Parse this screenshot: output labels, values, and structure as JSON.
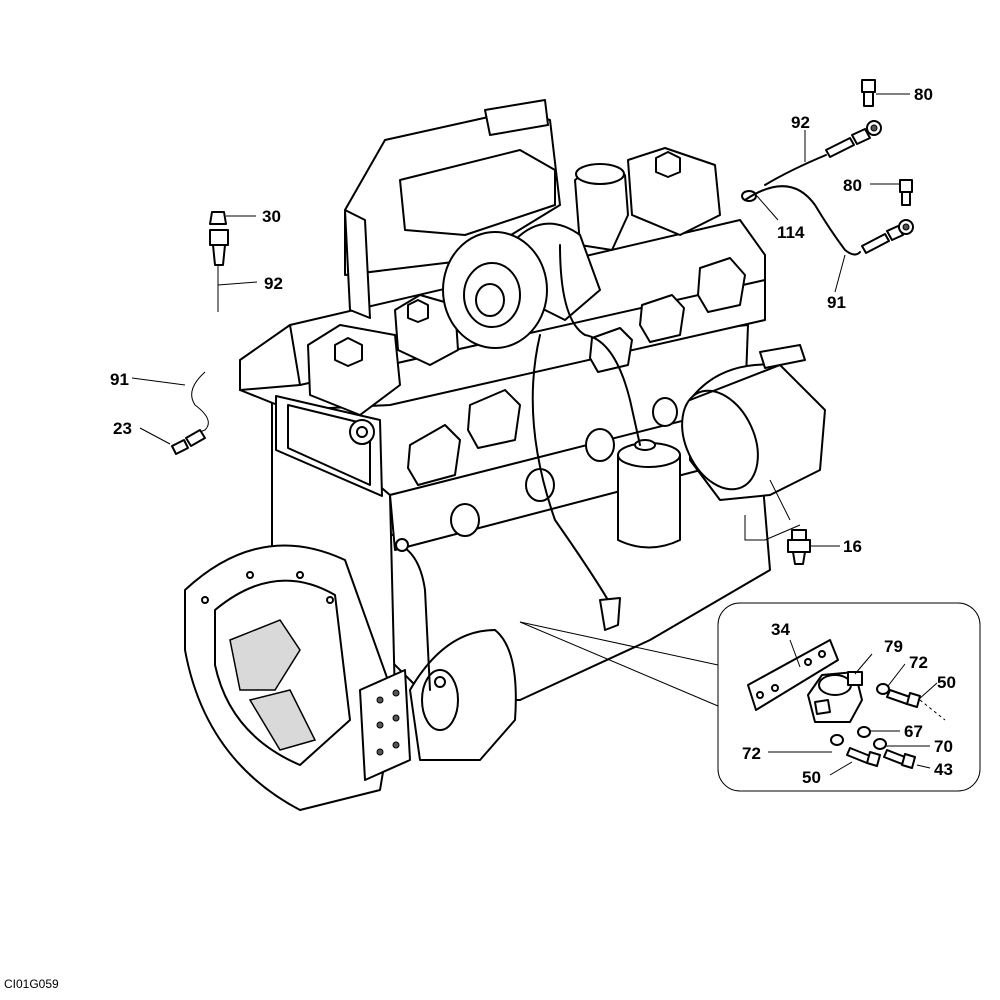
{
  "figure_code": "CI01G059",
  "callouts": {
    "c80a": "80",
    "c92a": "92",
    "c80b": "80",
    "c114": "114",
    "c91a": "91",
    "c30": "30",
    "c92b": "92",
    "c91b": "91",
    "c23": "23",
    "c16": "16",
    "c34": "34",
    "c79": "79",
    "c72a": "72",
    "c50a": "50",
    "c67": "67",
    "c70": "70",
    "c72b": "72",
    "c50b": "50",
    "c43": "43"
  }
}
